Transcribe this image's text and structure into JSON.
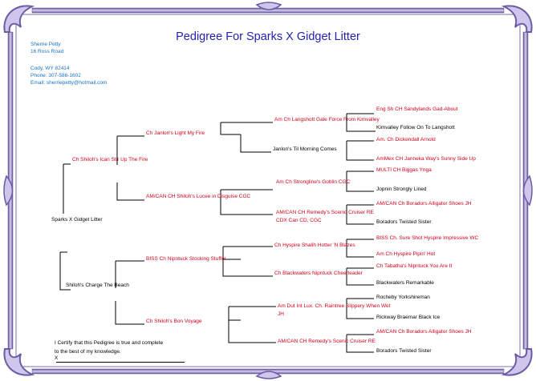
{
  "title": "Pedigree For Sparks X Gidget Litter",
  "owner": {
    "name": "Sherrie Petty",
    "address": "16 Ross Road",
    "city": "Cody, WY 82414",
    "phone": "Phone: 307-586-1602",
    "email": "Email: sherriepetty@hotmail.com"
  },
  "subject": "Sparks X Gidget Litter",
  "sire": "Ch Shiloh's Ican Stir Up The Fire",
  "dam": "Shiloh's Charge The Beach",
  "gen3": [
    "Ch Janlon's Light My Fire",
    "AM/CAN CH Shiloh's Lucee in Disguise CGC",
    "BISS Ch Nipntuck Stocking Stuffer",
    "Ch Shiloh's Bon Voyage"
  ],
  "gen4": [
    "Am Ch Langshott Gale Force From Kimvalley",
    "Janlon's Til Morning Comes",
    "Am Ch Strongline's Goblin CGC",
    "AM/CAN CH Remedy's Scenic Cruiser RE",
    "CDX Can CD, CGC",
    "Ch Hyspire Shalih Hotter 'N Blazes",
    "Ch Blackwaters Nipntuck Cheerleader",
    "Am Dut Int Lux. Ch. Raintree Slippery When Wet",
    "JH",
    "AM/CAN CH Remedy's Scenic Cruiser RE"
  ],
  "gen5": [
    "Eng Sh CH Sandylands Gad-About",
    "Kimvalley Follow On To Langshott",
    "Am. Ch Dickendall Arnold",
    "AmMex CH Janneka Way's Sunny Side Up",
    "MULTI CH Biggas Ynga",
    "Jopnin Strongly Lined",
    "AM/CAN Ch Boradors Alligator Shoes JH",
    "Boradors Twisted Sister",
    "BISS Ch. Sure Shot Hyspire Impressive WC",
    "Am Ch Hyspire Pipin' Hot",
    "Ch Tabatha's Nipntuck You Are It",
    "Blackwaters Remarkable",
    "Rocheby Yorkshireman",
    "Rickway Braemar Black Ice",
    "AM/CAN Ch Boradors Alligator Shoes JH",
    "Boradors Twisted Sister"
  ],
  "certification": {
    "line1": "I Certify that this Pedigree is true and complete",
    "line2": "to the best of my knowledge.",
    "mark": "X"
  },
  "colors": {
    "title": "#2323b0",
    "owner": "#1a73c9",
    "red_names": "#d0021b",
    "frame": "#8a7bb8"
  }
}
